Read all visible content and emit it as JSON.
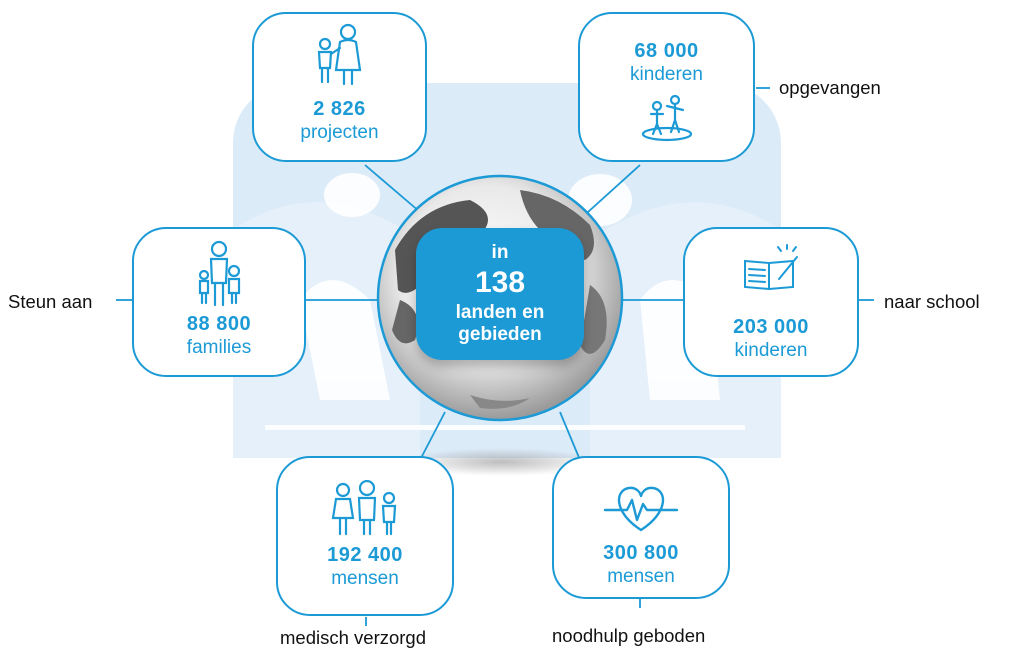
{
  "colors": {
    "accent": "#1c9ad6",
    "background_emblem": "#dcebf8",
    "text_dark": "#111111"
  },
  "center": {
    "line1": "in",
    "number": "138",
    "line3": "landen en",
    "line4": "gebieden"
  },
  "cards": {
    "projects": {
      "icon": "parent-child-icon",
      "number": "2 826",
      "label": "projecten"
    },
    "children_care": {
      "icon": "children-playing-icon",
      "number": "68 000",
      "label": "kinderen",
      "caption": "opgevangen"
    },
    "families": {
      "icon": "family-icon",
      "number": "88 800",
      "label": "families",
      "caption": "Steun aan"
    },
    "school": {
      "icon": "book-pen-icon",
      "number": "203 000",
      "label": "kinderen",
      "caption": "naar school"
    },
    "medical": {
      "icon": "people-group-icon",
      "number": "192 400",
      "label": "mensen",
      "caption": "medisch verzorgd"
    },
    "emergency": {
      "icon": "heart-pulse-icon",
      "number": "300 800",
      "label": "mensen",
      "caption": "noodhulp geboden"
    }
  }
}
